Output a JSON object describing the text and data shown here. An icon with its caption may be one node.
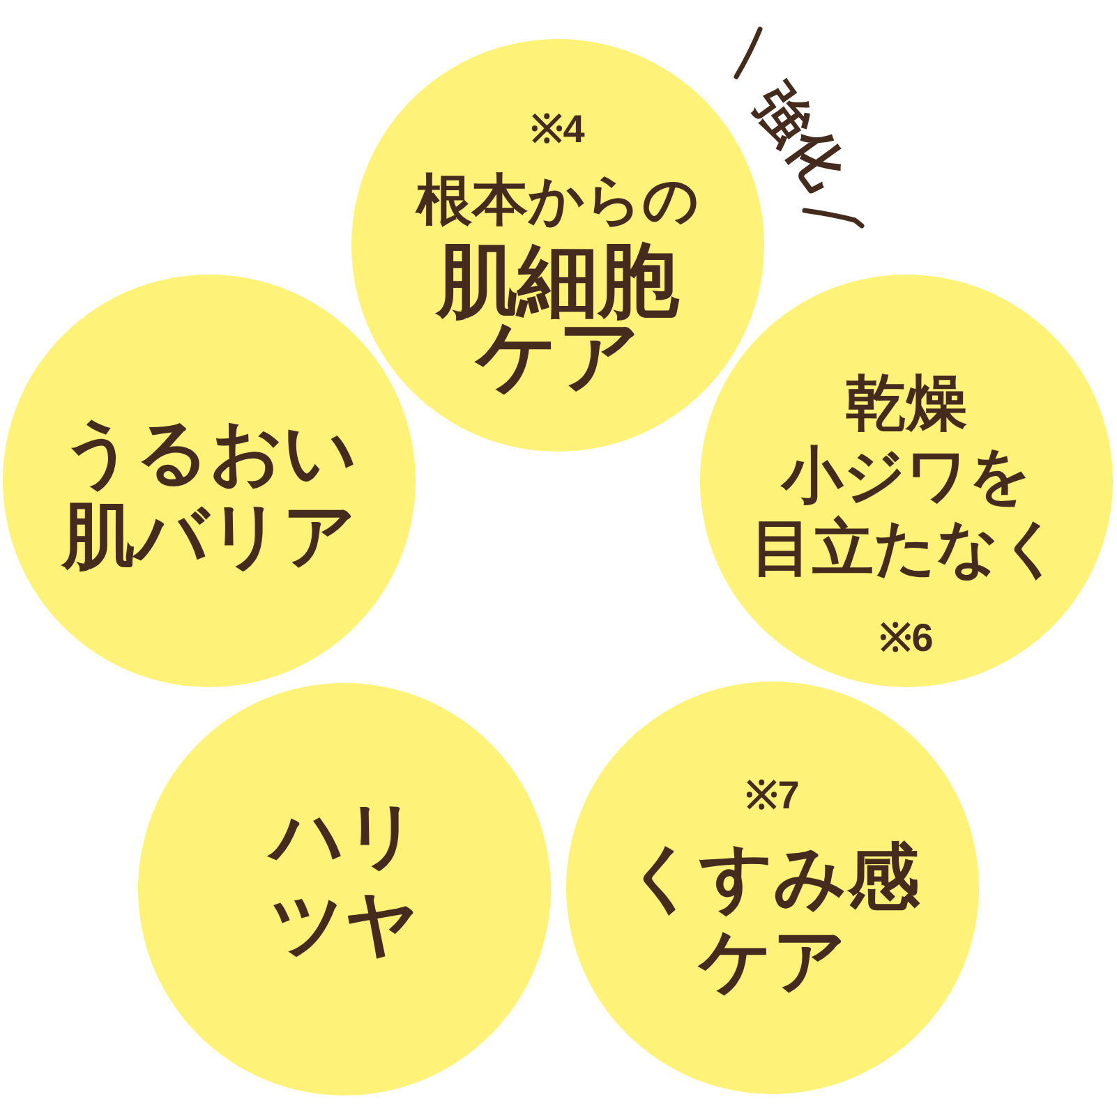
{
  "diagram": {
    "nodes": [
      {
        "text": [
          "※4",
          "根本からの",
          "肌細胞ケア"
        ],
        "beside": [
          "強化"
        ]
      },
      {
        "text": [
          "うるおい肌バリア"
        ]
      },
      {
        "text": [
          "乾燥小ジワを目立たなく",
          "※6"
        ]
      },
      {
        "text": [
          "ハリツヤ"
        ]
      },
      {
        "text": [
          "※7",
          "くすみ感ケア"
        ]
      }
    ]
  }
}
